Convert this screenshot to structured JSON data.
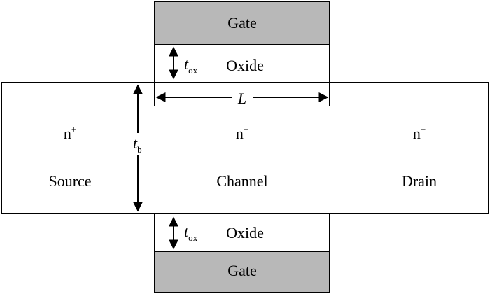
{
  "colors": {
    "gate_fill": "#b8b8b8",
    "oxide_fill": "#ffffff",
    "body_fill": "#ffffff",
    "line": "#000000"
  },
  "top_gate": {
    "label": "Gate"
  },
  "top_oxide": {
    "label": "Oxide",
    "thickness_symbol": "t",
    "thickness_subscript": "ox"
  },
  "channel_length": {
    "symbol": "L"
  },
  "body_thickness": {
    "symbol": "t",
    "subscript": "b"
  },
  "source": {
    "doping": "n",
    "doping_superscript": "+",
    "label": "Source"
  },
  "channel": {
    "doping": "n",
    "doping_superscript": "+",
    "label": "Channel"
  },
  "drain": {
    "doping": "n",
    "doping_superscript": "+",
    "label": "Drain"
  },
  "bottom_oxide": {
    "label": "Oxide",
    "thickness_symbol": "t",
    "thickness_subscript": "ox"
  },
  "bottom_gate": {
    "label": "Gate"
  }
}
